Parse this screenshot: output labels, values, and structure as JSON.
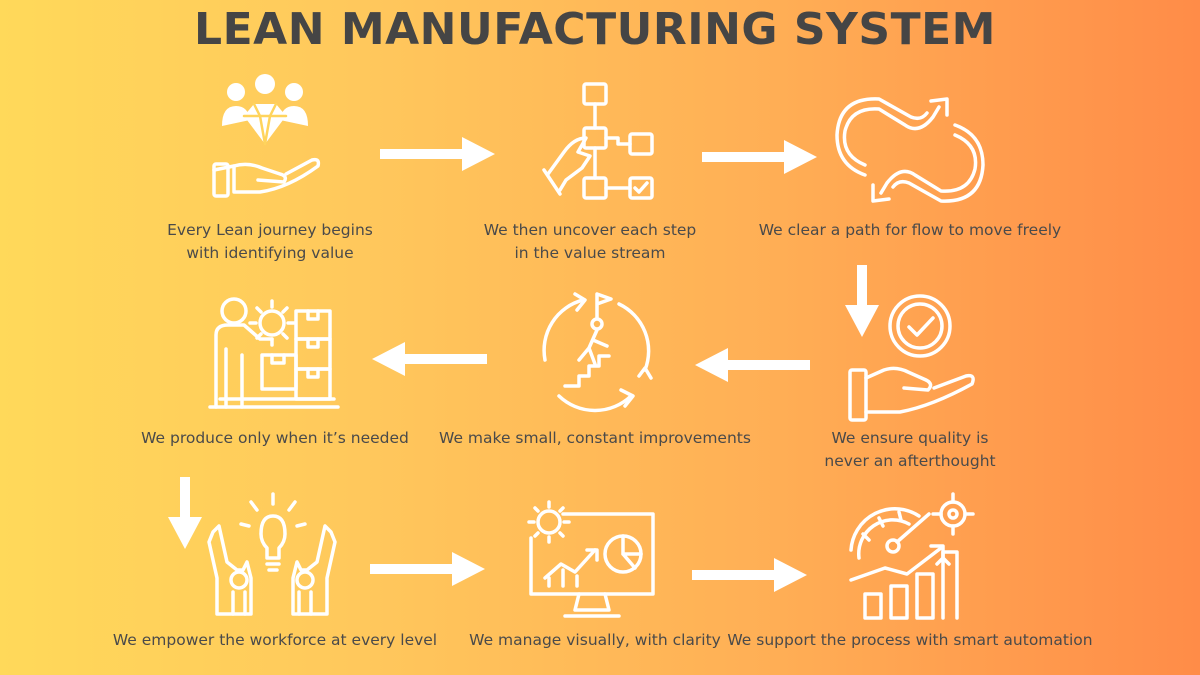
{
  "title": "LEAN MANUFACTURING SYSTEM",
  "colors": {
    "icon": "#FFFFFF",
    "text": "#4A4A4A",
    "title": "#454545",
    "gradient_start": "#FFD95A",
    "gradient_end": "#FF8C48"
  },
  "steps": [
    {
      "icon": "hand-diamond-people-icon",
      "lines": [
        "Every Lean journey begins",
        "with identifying value"
      ]
    },
    {
      "icon": "value-stream-map-icon",
      "lines": [
        "We then uncover each step",
        "in the value stream"
      ]
    },
    {
      "icon": "flow-cycle-arrows-icon",
      "lines": [
        "We clear a path for flow to move freely"
      ]
    },
    {
      "icon": "quality-hand-check-icon",
      "lines": [
        "We ensure quality is",
        "never an afterthought"
      ]
    },
    {
      "icon": "continuous-improvement-icon",
      "lines": [
        "We make small, constant improvements"
      ]
    },
    {
      "icon": "just-in-time-boxes-icon",
      "lines": [
        "We produce only when it’s needed"
      ]
    },
    {
      "icon": "empowered-workforce-icon",
      "lines": [
        "We empower the workforce at every level"
      ]
    },
    {
      "icon": "visual-management-icon",
      "lines": [
        "We manage visually, with clarity"
      ]
    },
    {
      "icon": "smart-automation-icon",
      "lines": [
        "We support the process with smart automation"
      ]
    }
  ]
}
